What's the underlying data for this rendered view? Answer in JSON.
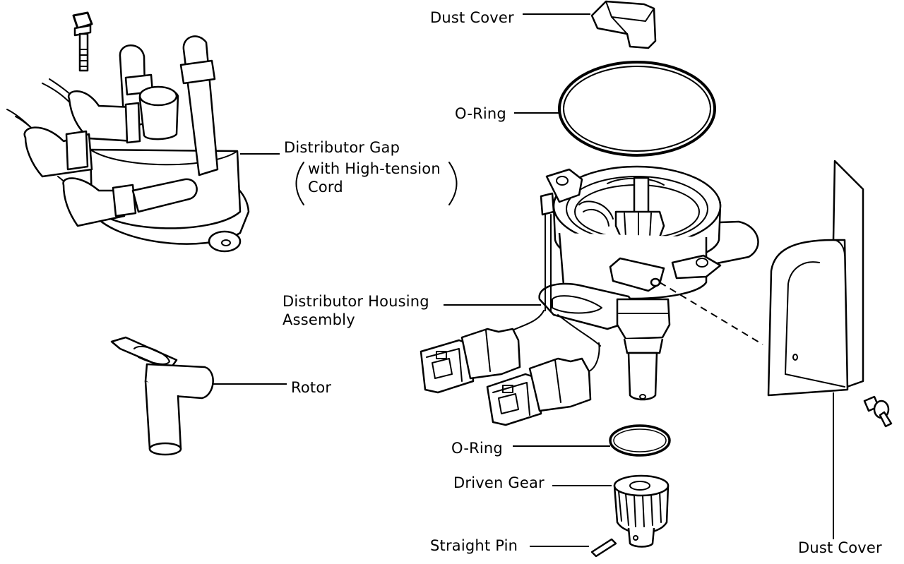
{
  "labels": {
    "dust_cover_top": "Dust Cover",
    "o_ring_top": "O-Ring",
    "distributor_cap_line1": "Distributor Gap",
    "distributor_cap_line2": "with High-tension",
    "distributor_cap_line3": "Cord",
    "housing_line1": "Distributor Housing",
    "housing_line2": "Assembly",
    "rotor": "Rotor",
    "o_ring_bottom": "O-Ring",
    "driven_gear": "Driven Gear",
    "straight_pin": "Straight Pin",
    "dust_cover_right": "Dust Cover"
  },
  "parts": [
    "bolt-icon",
    "distributor-cap",
    "rotor",
    "dust-cover-top",
    "o-ring-large",
    "distributor-housing",
    "connector-left",
    "connector-right",
    "o-ring-small",
    "driven-gear",
    "straight-pin",
    "dust-cover-shield",
    "screw-icon"
  ]
}
